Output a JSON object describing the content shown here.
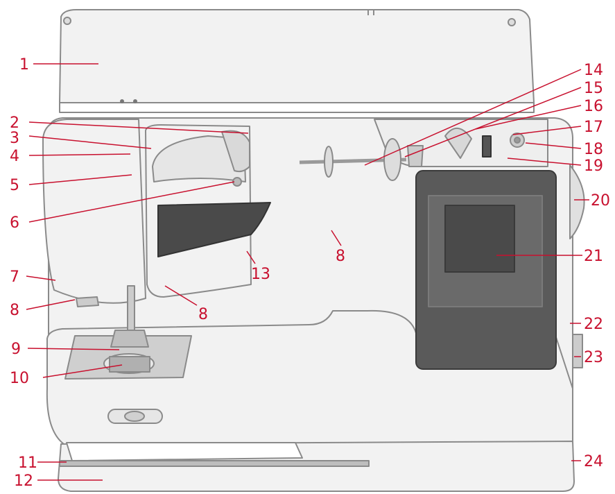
{
  "colors": {
    "label": "#c8102e",
    "leader": "#c8102e",
    "body_fill": "#f2f2f2",
    "body_stroke": "#8a8a8a",
    "screen_fill": "#5a5a5a"
  },
  "callouts": [
    {
      "id": "1",
      "text": "1"
    },
    {
      "id": "2",
      "text": "2"
    },
    {
      "id": "3",
      "text": "3"
    },
    {
      "id": "4",
      "text": "4"
    },
    {
      "id": "5",
      "text": "5"
    },
    {
      "id": "6",
      "text": "6"
    },
    {
      "id": "7",
      "text": "7"
    },
    {
      "id": "8a",
      "text": "8"
    },
    {
      "id": "8b",
      "text": "8"
    },
    {
      "id": "8c",
      "text": "8"
    },
    {
      "id": "9",
      "text": "9"
    },
    {
      "id": "10",
      "text": "10"
    },
    {
      "id": "11",
      "text": "11"
    },
    {
      "id": "12",
      "text": "12"
    },
    {
      "id": "13",
      "text": "13"
    },
    {
      "id": "14",
      "text": "14"
    },
    {
      "id": "15",
      "text": "15"
    },
    {
      "id": "16",
      "text": "16"
    },
    {
      "id": "17",
      "text": "17"
    },
    {
      "id": "18",
      "text": "18"
    },
    {
      "id": "19",
      "text": "19"
    },
    {
      "id": "20",
      "text": "20"
    },
    {
      "id": "21",
      "text": "21"
    },
    {
      "id": "22",
      "text": "22"
    },
    {
      "id": "23",
      "text": "23"
    },
    {
      "id": "24",
      "text": "24"
    }
  ]
}
